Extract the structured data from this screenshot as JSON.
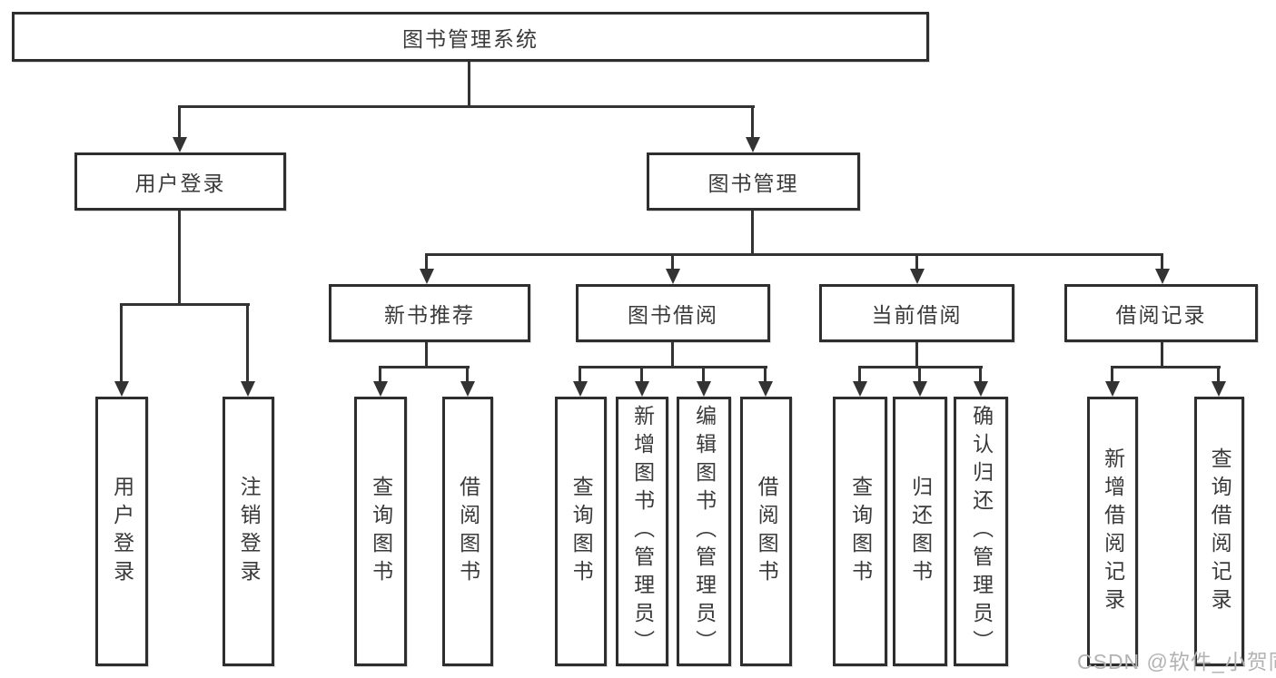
{
  "nodes": {
    "root": "图书管理系统",
    "login": "用户登录",
    "mgmt": "图书管理",
    "login_user": "用户登录",
    "login_logout": "注销登录",
    "l3_new": "新书推荐",
    "l3_borrow": "图书借阅",
    "l3_current": "当前借阅",
    "l3_records": "借阅记录",
    "nb_query": "查询图书",
    "nb_borrow": "借阅图书",
    "bb_query": "查询图书",
    "bb_add": "新增图书（管理员）",
    "bb_edit": "编辑图书（管理员）",
    "bb_borrow": "借阅图书",
    "cb_query": "查询图书",
    "cb_return": "归还图书",
    "cb_confirm": "确认归还（管理员）",
    "br_add": "新增借阅记录",
    "br_query": "查询借阅记录"
  },
  "hierarchy": {
    "图书管理系统": {
      "用户登录": [
        "用户登录",
        "注销登录"
      ],
      "图书管理": {
        "新书推荐": [
          "查询图书",
          "借阅图书"
        ],
        "图书借阅": [
          "查询图书",
          "新增图书（管理员）",
          "编辑图书（管理员）",
          "借阅图书"
        ],
        "当前借阅": [
          "查询图书",
          "归还图书",
          "确认归还（管理员）"
        ],
        "借阅记录": [
          "新增借阅记录",
          "查询借阅记录"
        ]
      }
    }
  },
  "watermark": "CSDN @软件_小贺同学",
  "colors": {
    "line": "#333333",
    "border": "#2e2e2e",
    "text": "#3a3a3a",
    "watermark": "#b3b3b3",
    "background": "#ffffff"
  }
}
